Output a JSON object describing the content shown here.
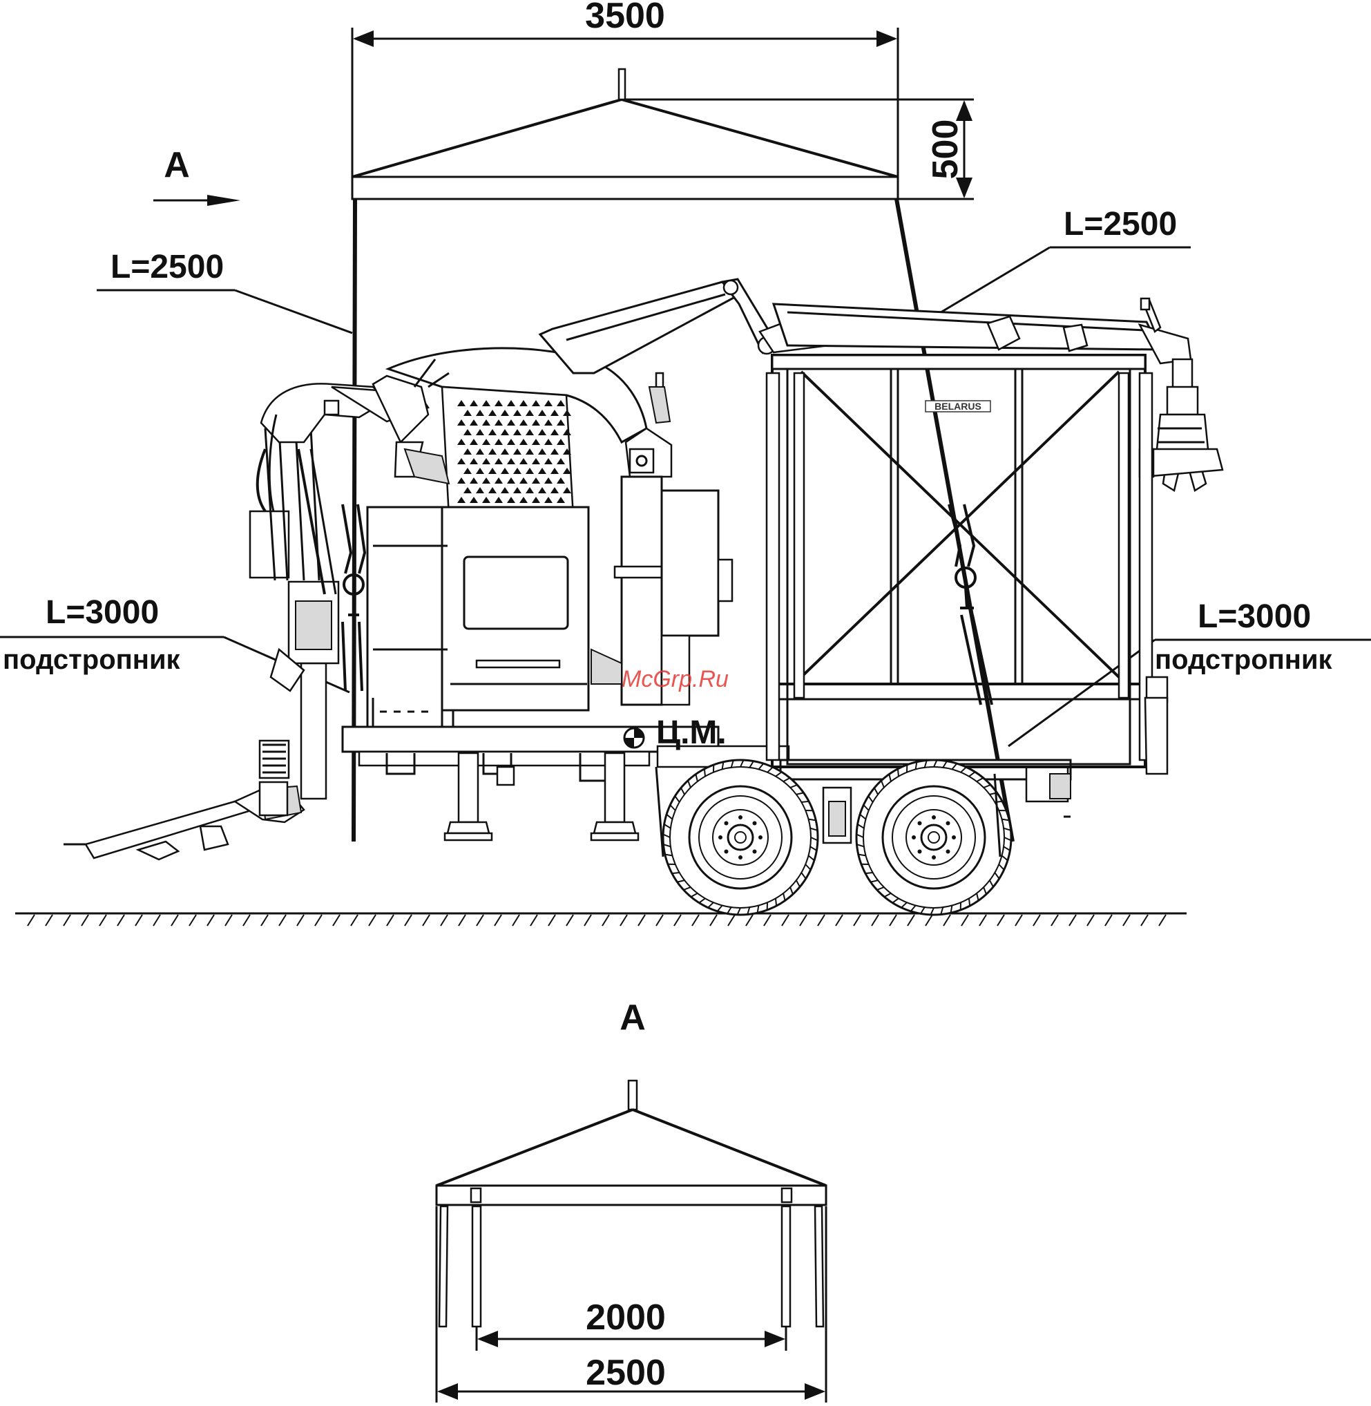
{
  "side_view": {
    "view_label": "A",
    "dim_width": "3500",
    "dim_height": "500",
    "sling_left": "L=2500",
    "sling_right": "L=2500",
    "strap_left_len": "L=3000",
    "strap_left_name": "подстропник",
    "strap_right_len": "L=3000",
    "strap_right_name": "подстропник",
    "center_mass": "Ц.М.",
    "watermark": "McGrp.Ru",
    "logo": "BELARUS"
  },
  "view_a": {
    "title": "A",
    "dim_inner": "2000",
    "dim_outer": "2500"
  }
}
